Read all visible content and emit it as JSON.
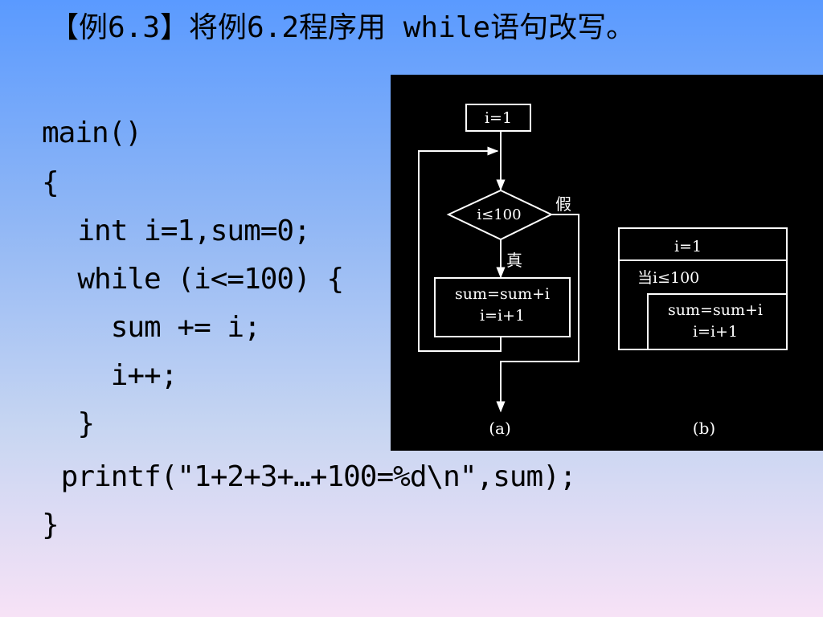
{
  "slide": {
    "title": "【例6.3】将例6.2程序用 while语句改写。"
  },
  "code": {
    "lines": [
      "main()",
      "{",
      "  int i=1,sum=0;",
      "  while (i<=100) {",
      "    sum += i;",
      "    i++;",
      "  }",
      " printf(\"1+2+3+…+100=%d\\n\",sum);",
      "}"
    ]
  },
  "figure": {
    "flowchart_a": {
      "init": "i=1",
      "condition": "i≤100",
      "false_label": "假",
      "true_label": "真",
      "body_line1": "sum=sum+i",
      "body_line2": "i=i+1",
      "caption": "(a)"
    },
    "nsd_b": {
      "init": "i=1",
      "loop_condition": "当i≤100",
      "body_line1": "sum=sum+i",
      "body_line2": "i=i+1",
      "caption": "(b)"
    }
  },
  "colors": {
    "background_top": "#5a9aff",
    "background_bottom": "#f7e2f6",
    "figure_background": "#000000",
    "figure_lines": "#ffffff"
  }
}
